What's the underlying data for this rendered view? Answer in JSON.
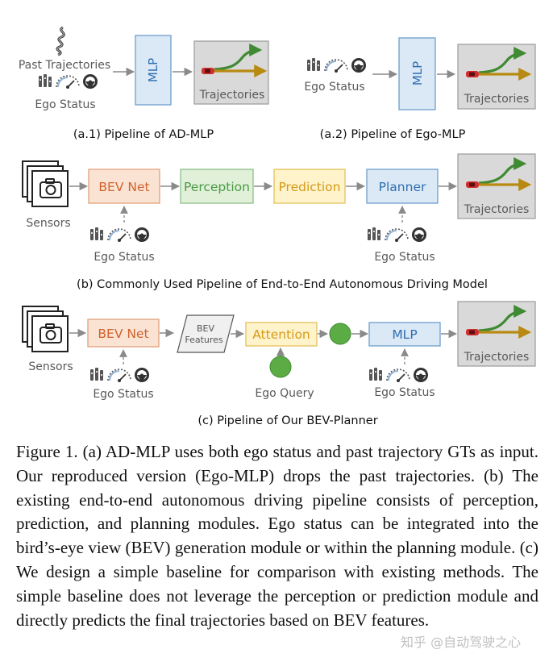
{
  "colors": {
    "mlp_fill": "#dbe8f6",
    "mlp_stroke": "#6f9fcc",
    "mlp_text": "#2f6fb0",
    "bev_fill": "#fbe3d3",
    "bev_stroke": "#e0a27b",
    "bev_text": "#d0622e",
    "perception_fill": "#e1f0d8",
    "perception_stroke": "#8cc08a",
    "perception_text": "#4a9a45",
    "prediction_fill": "#fff3cc",
    "prediction_stroke": "#e1c25a",
    "prediction_text": "#d49a16",
    "query_green": "#5cac45",
    "traj_box_fill": "#d9d9d9",
    "arrow_gray": "#8a8a8a",
    "label_gray": "#595959"
  },
  "icons": [
    "wavy-trajectory-icon",
    "gear-shift-icon",
    "speedometer-icon",
    "steering-wheel-icon",
    "camera-icon",
    "car-icon",
    "trajectory-arrows-icon"
  ],
  "panel_a1": {
    "past_trajectories": "Past Trajectories",
    "ego_status": "Ego Status",
    "mlp": "MLP",
    "trajectories": "Trajectories",
    "caption": "(a.1) Pipeline of AD-MLP"
  },
  "panel_a2": {
    "ego_status": "Ego Status",
    "mlp": "MLP",
    "trajectories": "Trajectories",
    "caption": "(a.2) Pipeline of Ego-MLP"
  },
  "panel_b": {
    "sensors": "Sensors",
    "bev_net": "BEV Net",
    "perception": "Perception",
    "prediction": "Prediction",
    "planner": "Planner",
    "trajectories": "Trajectories",
    "ego_status_1": "Ego Status",
    "ego_status_2": "Ego Status",
    "caption": "(b) Commonly Used Pipeline of End-to-End Autonomous Driving Model"
  },
  "panel_c": {
    "sensors": "Sensors",
    "bev_net": "BEV Net",
    "bev_features_line1": "BEV",
    "bev_features_line2": "Features",
    "attention": "Attention",
    "mlp": "MLP",
    "trajectories": "Trajectories",
    "ego_query": "Ego Query",
    "ego_status_1": "Ego Status",
    "ego_status_2": "Ego Status",
    "caption": "(c) Pipeline of Our BEV-Planner"
  },
  "figure_caption": "Figure 1. (a) AD-MLP uses both ego status and past trajectory GTs as input. Our reproduced version (Ego-MLP) drops the past tra­jectories. (b) The existing end-to-end autonomous driving pipeline consists of perception, prediction, and planning modules. Ego sta­tus can be integrated into the bird’s-eye view (BEV) generation module or within the planning module. (c) We design a simple baseline for comparison with existing methods. The simple base­line does not leverage the perception or prediction module and di­rectly predicts the final trajectories based on BEV features.",
  "watermark": "知乎 @自动驾驶之心"
}
